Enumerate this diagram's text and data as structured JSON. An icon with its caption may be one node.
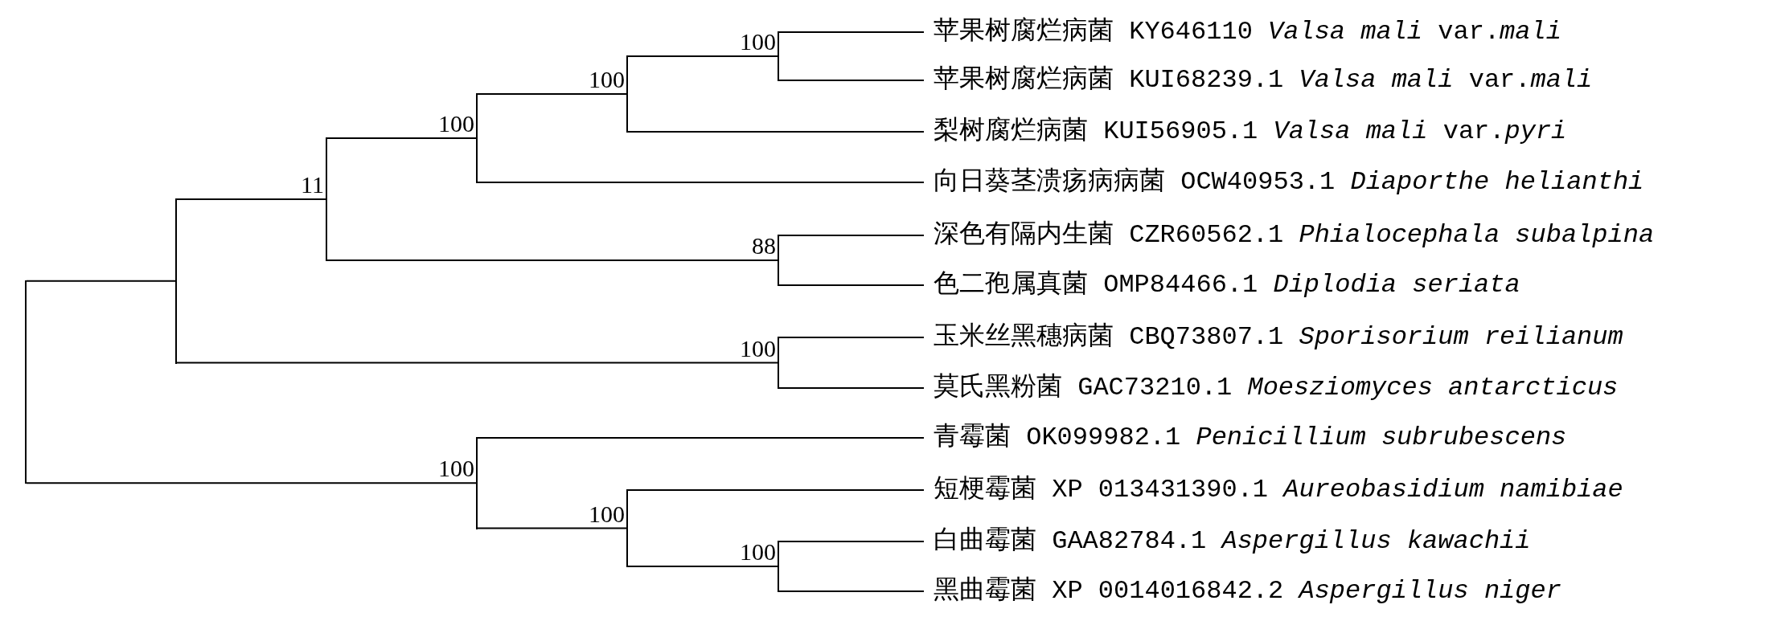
{
  "diagram": {
    "nodes": [
      {
        "text": [
          "苹果树腐烂病菌 KY646110 *Valsa mali* var.*mali*"
        ]
      },
      {
        "text": [
          "苹果树腐烂病菌 KUI68239.1 *Valsa mali* var.*mali*"
        ]
      },
      {
        "text": [
          "梨树腐烂病菌 KUI56905.1 *Valsa mali* var.*pyri*"
        ]
      },
      {
        "text": [
          "向日葵茎溃疡病病菌 OCW40953.1 *Diaporthe helianthi*"
        ]
      },
      {
        "text": [
          "深色有隔内生菌 CZR60562.1 *Phialocephala subalpina*"
        ]
      },
      {
        "text": [
          "色二孢属真菌 OMP84466.1 *Diplodia seriata*"
        ]
      },
      {
        "text": [
          "玉米丝黑穗病菌 CBQ73807.1 *Sporisorium reilianum*"
        ]
      },
      {
        "text": [
          "莫氏黑粉菌 GAC73210.1 *Moesziomyces antarcticus*"
        ]
      },
      {
        "text": [
          "青霉菌 OK099982.1 *Penicillium subrubescens*"
        ]
      },
      {
        "text": [
          "短梗霉菌 XP 013431390.1 *Aureobasidium namibiae*"
        ]
      },
      {
        "text": [
          "白曲霉菌 GAA82784.1 *Aspergillus kawachii*"
        ]
      },
      {
        "text": [
          "黑曲霉菌 XP 0014016842.2 *Aspergillus niger*"
        ]
      },
      {
        "text": [],
        "shape": "line"
      },
      {
        "text": [],
        "shape": "line"
      },
      {
        "text": [],
        "shape": "line",
        "beside": [
          "11"
        ]
      },
      {
        "text": [],
        "shape": "line",
        "beside": [
          "100"
        ]
      },
      {
        "text": [],
        "shape": "line",
        "beside": [
          "100"
        ]
      },
      {
        "text": [],
        "shape": "line",
        "beside": [
          "100"
        ]
      },
      {
        "text": [],
        "shape": "line",
        "beside": [
          "100"
        ]
      },
      {
        "text": [],
        "shape": "line",
        "beside": [
          "100"
        ]
      },
      {
        "text": [],
        "shape": "line",
        "beside": [
          "88"
        ]
      },
      {
        "text": [],
        "shape": "line",
        "beside": [
          "100"
        ]
      },
      {
        "text": [],
        "shape": "line",
        "beside": [
          "100"
        ]
      }
    ],
    "edges": [
      {
        "from": 12,
        "to": 13,
        "arrow": "none"
      },
      {
        "from": 12,
        "to": 16,
        "arrow": "none"
      },
      {
        "from": 13,
        "to": 14,
        "arrow": "none"
      },
      {
        "from": 13,
        "to": 21,
        "arrow": "none"
      },
      {
        "from": 14,
        "to": 15,
        "arrow": "none"
      },
      {
        "from": 14,
        "to": 20,
        "arrow": "none"
      },
      {
        "from": 15,
        "to": 17,
        "arrow": "none"
      },
      {
        "from": 15,
        "to": 3,
        "arrow": "none"
      },
      {
        "from": 16,
        "to": 8,
        "arrow": "none"
      },
      {
        "from": 16,
        "to": 18,
        "arrow": "none"
      },
      {
        "from": 17,
        "to": 19,
        "arrow": "none"
      },
      {
        "from": 17,
        "to": 2,
        "arrow": "none"
      },
      {
        "from": 18,
        "to": 9,
        "arrow": "none"
      },
      {
        "from": 18,
        "to": 22,
        "arrow": "none"
      },
      {
        "from": 19,
        "to": 0,
        "arrow": "none"
      },
      {
        "from": 19,
        "to": 1,
        "arrow": "none"
      },
      {
        "from": 20,
        "to": 4,
        "arrow": "none"
      },
      {
        "from": 20,
        "to": 5,
        "arrow": "none"
      },
      {
        "from": 21,
        "to": 6,
        "arrow": "none"
      },
      {
        "from": 21,
        "to": 7,
        "arrow": "none"
      },
      {
        "from": 22,
        "to": 10,
        "arrow": "none"
      },
      {
        "from": 22,
        "to": 11,
        "arrow": "none"
      }
    ]
  }
}
